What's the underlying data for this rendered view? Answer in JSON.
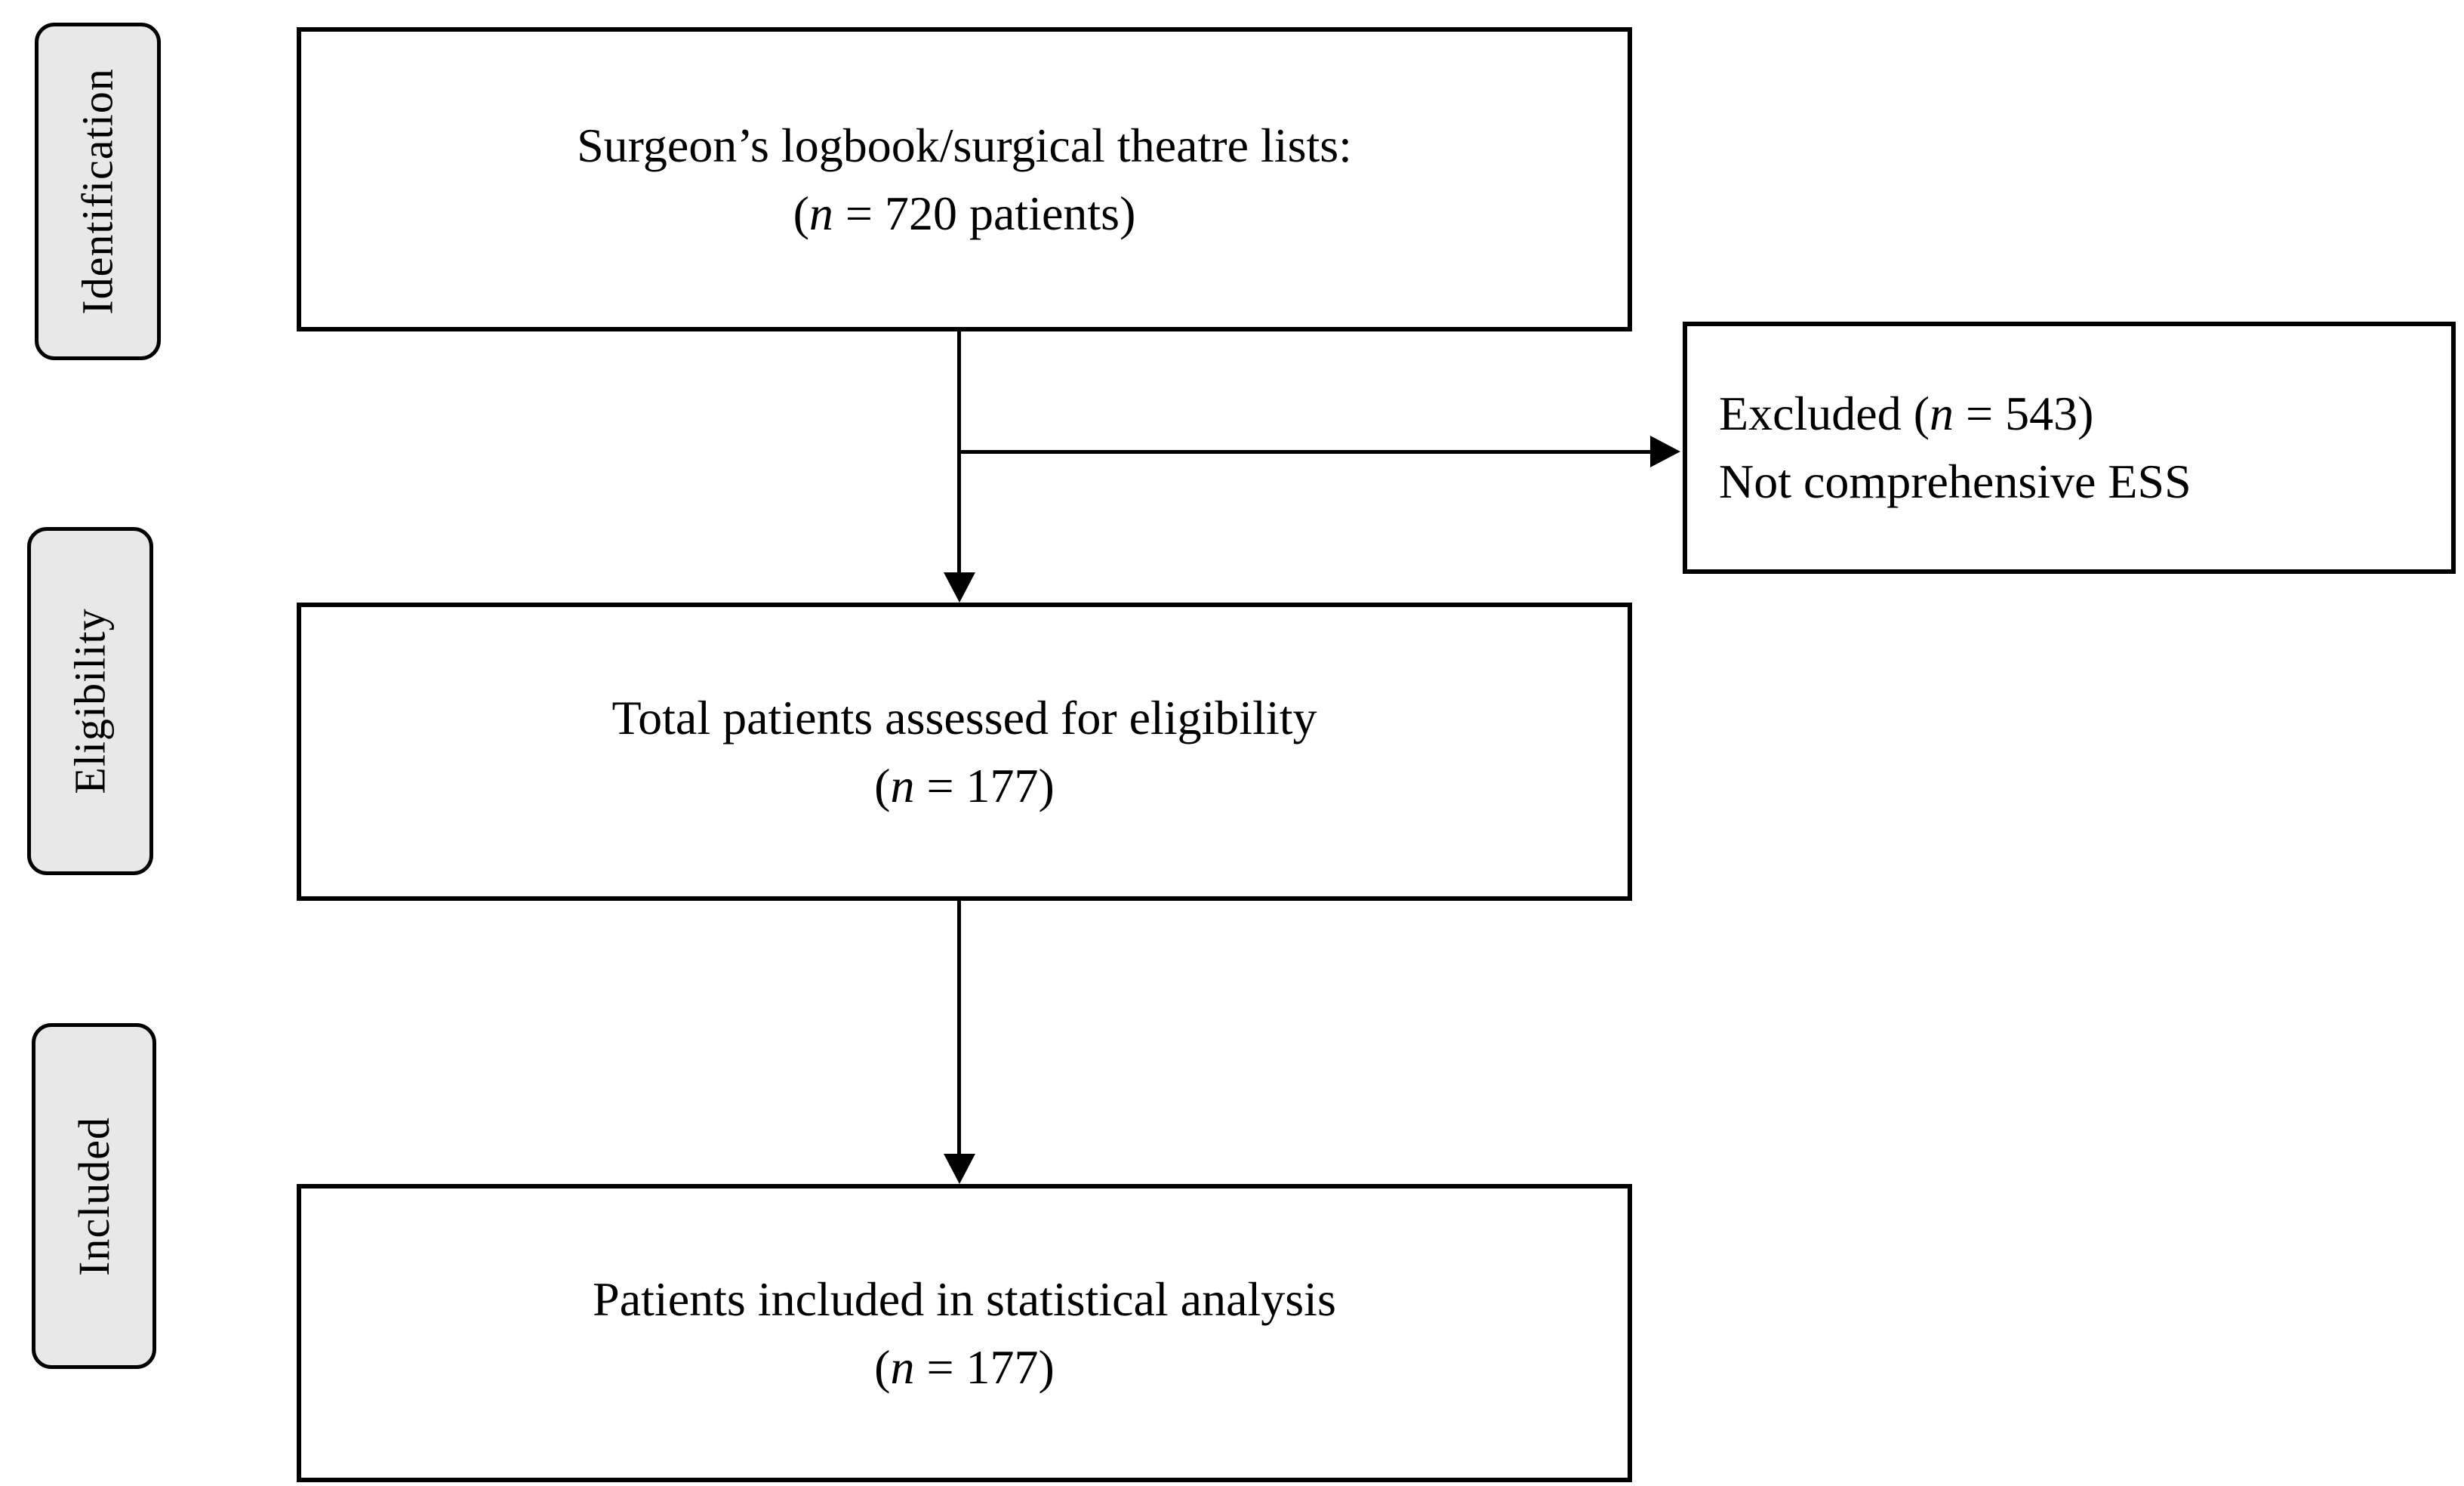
{
  "diagram": {
    "colors": {
      "background": "#ffffff",
      "line": "#000000",
      "stage_fill": "#e8e8e8"
    },
    "stages": [
      {
        "label": "Identification"
      },
      {
        "label": "Eligibility"
      },
      {
        "label": "Included"
      }
    ],
    "boxes": {
      "source": {
        "line1": "Surgeon’s logbook/surgical theatre lists:",
        "count_pre": "(",
        "count_n": "n",
        "count_post": " = 720 patients)"
      },
      "excluded": {
        "line1_pre": "Excluded (",
        "line1_n": "n",
        "line1_post": " = 543)",
        "line2": "Not comprehensive ESS"
      },
      "eligibility": {
        "line1": "Total patients assessed for eligibility",
        "count_pre": "(",
        "count_n": "n",
        "count_post": " = 177)"
      },
      "included": {
        "line1": "Patients included in statistical analysis",
        "count_pre": "(",
        "count_n": "n",
        "count_post": " = 177)"
      }
    }
  }
}
